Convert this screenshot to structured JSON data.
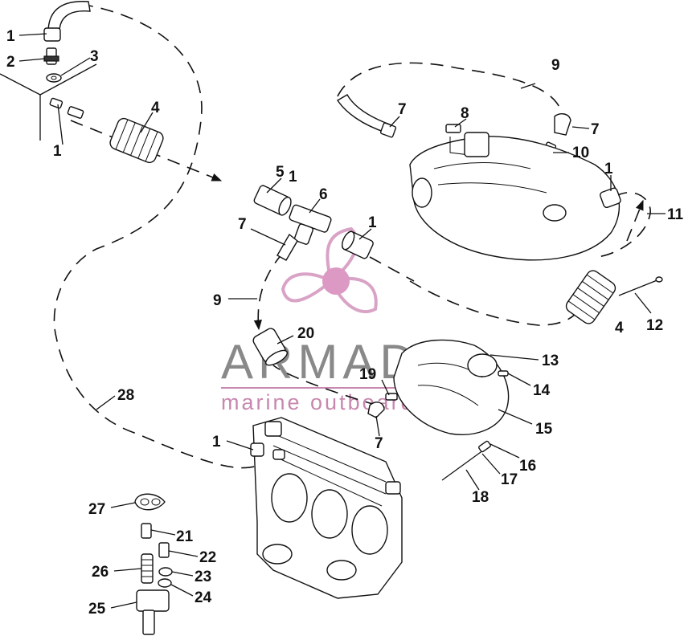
{
  "callouts": [
    {
      "id": "c1a",
      "text": "1"
    },
    {
      "id": "c2",
      "text": "2"
    },
    {
      "id": "c3",
      "text": "3"
    },
    {
      "id": "c1b",
      "text": "1"
    },
    {
      "id": "c4a",
      "text": "4"
    },
    {
      "id": "c5",
      "text": "5"
    },
    {
      "id": "c1c",
      "text": "1"
    },
    {
      "id": "c6",
      "text": "6"
    },
    {
      "id": "c7a",
      "text": "7"
    },
    {
      "id": "c1d",
      "text": "1"
    },
    {
      "id": "c9a",
      "text": "9"
    },
    {
      "id": "c9b",
      "text": "9"
    },
    {
      "id": "c7b",
      "text": "7"
    },
    {
      "id": "c8",
      "text": "8"
    },
    {
      "id": "c7c",
      "text": "7"
    },
    {
      "id": "c10",
      "text": "10"
    },
    {
      "id": "c1e",
      "text": "1"
    },
    {
      "id": "c11",
      "text": "11"
    },
    {
      "id": "c12",
      "text": "12"
    },
    {
      "id": "c4b",
      "text": "4"
    },
    {
      "id": "c20",
      "text": "20"
    },
    {
      "id": "c13",
      "text": "13"
    },
    {
      "id": "c19",
      "text": "19"
    },
    {
      "id": "c14",
      "text": "14"
    },
    {
      "id": "c28",
      "text": "28"
    },
    {
      "id": "c15",
      "text": "15"
    },
    {
      "id": "c7d",
      "text": "7"
    },
    {
      "id": "c1f",
      "text": "1"
    },
    {
      "id": "c16",
      "text": "16"
    },
    {
      "id": "c17",
      "text": "17"
    },
    {
      "id": "c18",
      "text": "18"
    },
    {
      "id": "c27",
      "text": "27"
    },
    {
      "id": "c21",
      "text": "21"
    },
    {
      "id": "c22",
      "text": "22"
    },
    {
      "id": "c26",
      "text": "26"
    },
    {
      "id": "c23",
      "text": "23"
    },
    {
      "id": "c24",
      "text": "24"
    },
    {
      "id": "c25",
      "text": "25"
    }
  ],
  "watermark": {
    "brand": "ARMADA",
    "tagline": "marine outboards",
    "color_brand": "#7d7d7d",
    "color_logo": "#c17ba6"
  }
}
